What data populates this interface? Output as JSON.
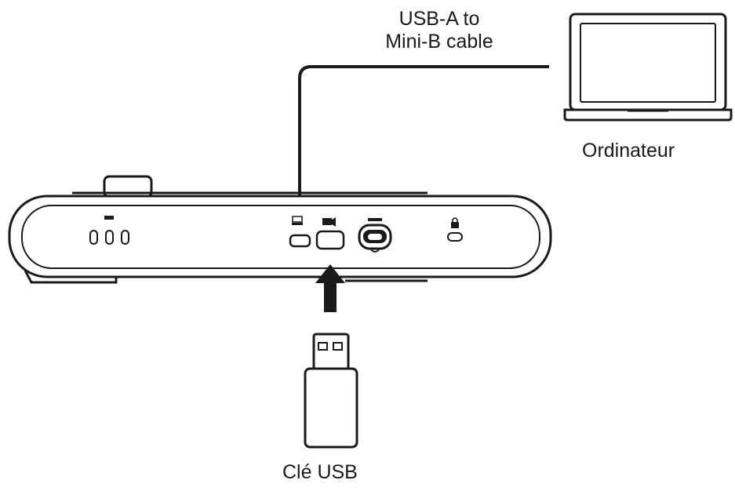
{
  "labels": {
    "cable_line1": "USB-A to",
    "cable_line2": "Mini-B cable",
    "computer": "Ordinateur",
    "usb_key": "Clé USB"
  },
  "colors": {
    "stroke": "#1a1a1a",
    "device_fill": "#ffffff",
    "background": "#ffffff"
  }
}
